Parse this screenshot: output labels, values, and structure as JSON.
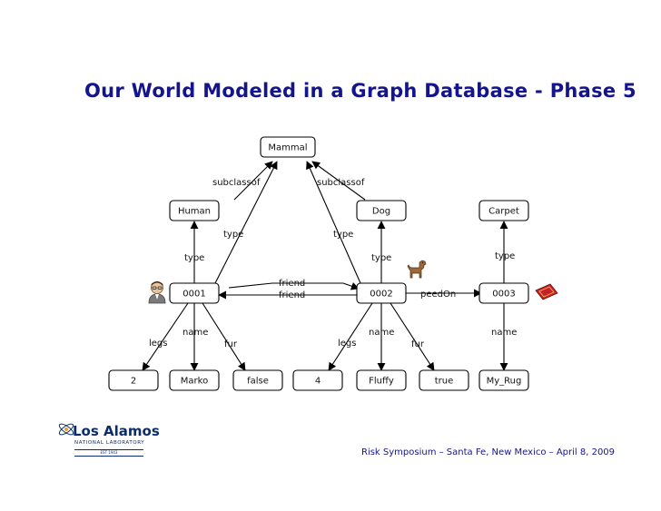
{
  "slide": {
    "title": "Our World Modeled in a Graph Database - Phase 5",
    "footer": "Risk Symposium – Santa Fe, New Mexico – April 8, 2009"
  },
  "logo": {
    "name": "Los Alamos",
    "subtitle": "NATIONAL LABORATORY",
    "established": "EST 1943"
  },
  "graph": {
    "nodes": {
      "mammal": "Mammal",
      "human": "Human",
      "dog": "Dog",
      "carpet": "Carpet",
      "n0001": "0001",
      "n0002": "0002",
      "n0003": "0003",
      "two": "2",
      "marko": "Marko",
      "false": "false",
      "four": "4",
      "fluffy": "Fluffy",
      "true": "true",
      "my_rug": "My_Rug"
    },
    "edges": {
      "subclassof_left": "subclassof",
      "subclassof_right": "subclassof",
      "type_0001_mammal": "type",
      "type_0002_mammal": "type",
      "type_0001_human": "type",
      "type_0002_dog": "type",
      "type_0003_carpet": "type",
      "friend_top": "friend",
      "friend_bottom": "friend",
      "peedOn": "peedOn",
      "name_0001": "name",
      "name_0002": "name",
      "name_0003": "name",
      "legs_0001": "legs",
      "legs_0002": "legs",
      "fur_0001": "fur",
      "fur_0002": "fur"
    }
  },
  "icons": {
    "person": "person-icon",
    "dog": "dog-icon",
    "rug": "rug-icon"
  }
}
